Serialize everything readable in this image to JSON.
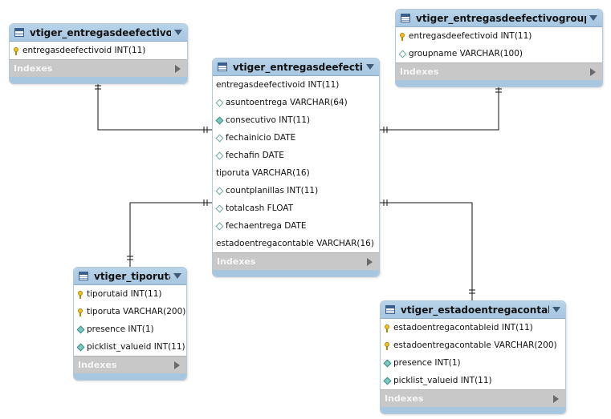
{
  "tables": [
    {
      "key": "ef_cf",
      "name": "vtiger_entregasdeefectivocf",
      "columns": [
        {
          "icon": "key",
          "text": "entregasdeefectivoid INT(11)"
        }
      ],
      "footer": "Indexes"
    },
    {
      "key": "ef",
      "name": "vtiger_entregasdeefectivo",
      "columns": [
        {
          "icon": "plain",
          "text": "entregasdeefectivoid INT(11)"
        },
        {
          "icon": "diamond-empty",
          "text": "asuntoentrega VARCHAR(64)"
        },
        {
          "icon": "diamond-filled",
          "text": "consecutivo INT(11)"
        },
        {
          "icon": "diamond-empty",
          "text": "fechainicio DATE"
        },
        {
          "icon": "diamond-empty",
          "text": "fechafin DATE"
        },
        {
          "icon": "plain",
          "text": "tiporuta VARCHAR(16)"
        },
        {
          "icon": "diamond-empty",
          "text": "countplanillas INT(11)"
        },
        {
          "icon": "diamond-empty",
          "text": "totalcash FLOAT"
        },
        {
          "icon": "diamond-empty",
          "text": "fechaentrega DATE"
        },
        {
          "icon": "plain",
          "text": "estadoentregacontable VARCHAR(16)"
        }
      ],
      "footer": "Indexes"
    },
    {
      "key": "ef_grouprel",
      "name": "vtiger_entregasdeefectivogrouprel",
      "columns": [
        {
          "icon": "key",
          "text": "entregasdeefectivoid INT(11)"
        },
        {
          "icon": "diamond-empty",
          "text": "groupname VARCHAR(100)"
        }
      ],
      "footer": "Indexes"
    },
    {
      "key": "tiporuta",
      "name": "vtiger_tiporuta",
      "columns": [
        {
          "icon": "key",
          "text": "tiporutaid INT(11)"
        },
        {
          "icon": "key",
          "text": "tiporuta VARCHAR(200)"
        },
        {
          "icon": "diamond-filled",
          "text": "presence INT(1)"
        },
        {
          "icon": "diamond-filled",
          "text": "picklist_valueid INT(11)"
        }
      ],
      "footer": "Indexes"
    },
    {
      "key": "estado",
      "name": "vtiger_estadoentregacontable",
      "columns": [
        {
          "icon": "key",
          "text": "estadoentregacontableid INT(11)"
        },
        {
          "icon": "key",
          "text": "estadoentregacontable VARCHAR(200)"
        },
        {
          "icon": "diamond-filled",
          "text": "presence INT(1)"
        },
        {
          "icon": "diamond-filled",
          "text": "picklist_valueid INT(11)"
        }
      ],
      "footer": "Indexes"
    }
  ],
  "relationships": [
    {
      "from": "ef_cf",
      "to": "ef"
    },
    {
      "from": "ef_grouprel",
      "to": "ef"
    },
    {
      "from": "tiporuta",
      "to": "ef"
    },
    {
      "from": "estado",
      "to": "ef"
    }
  ]
}
